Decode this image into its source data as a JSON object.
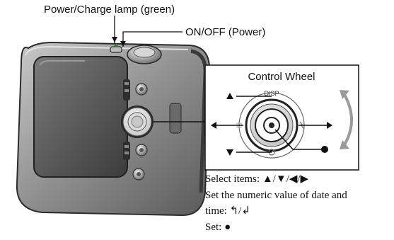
{
  "callouts": {
    "power_lamp": "Power/Charge lamp (green)",
    "on_off": "ON/OFF (Power)"
  },
  "control_wheel": {
    "title": "Control Wheel",
    "disp_label": "DISP"
  },
  "instructions": {
    "select_label": "Select items:",
    "select_symbols": "▲/▼/◀/▶",
    "numeric_line1": "Set the numeric value of date and",
    "numeric_line2": "time:",
    "numeric_symbols": "↰/↲",
    "set_label": "Set:",
    "set_symbol": "●"
  },
  "colors": {
    "camera_body": "#8a8a8a",
    "camera_dark": "#3a3a3a",
    "line": "#111111",
    "accent_arrow": "#9a9a9a"
  }
}
